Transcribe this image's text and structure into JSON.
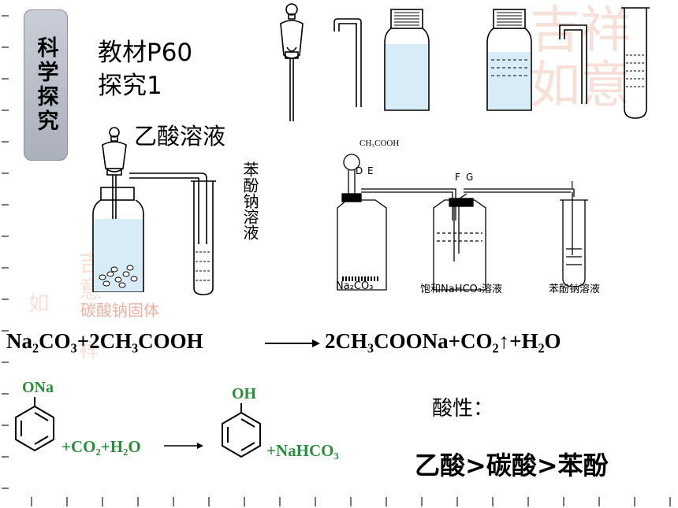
{
  "badge": {
    "label": "科学探究"
  },
  "textbook": {
    "line1": "教材P60",
    "line2": "探究1"
  },
  "labels": {
    "acetic_solution": "乙酸溶液",
    "phenoxide_solution_vertical": "苯酚钠溶液",
    "sodium_carbonate_solid": "碳酸钠固体",
    "top_right_ch3cooh": "CH₃COOH",
    "letter_d": "D",
    "letter_e": "E",
    "letter_f": "F",
    "letter_g": "G",
    "letter_i": "I",
    "na2co3": "Na₂CO₃",
    "nahco3_solution": "饱和NaHCO₃溶液",
    "phenoxide_solution": "苯酚钠溶液"
  },
  "equation1": {
    "left": "Na₂CO₃+2CH₃COOH",
    "right": "2CH₃COONa+CO₂↑+H₂O"
  },
  "equation2": {
    "reactant_group": "ONa",
    "reagents": "+CO₂+H₂O",
    "product_group": "OH",
    "byproduct": "+NaHCO₃"
  },
  "conclusion": {
    "heading": "酸性：",
    "order": "乙酸>碳酸>苯酚"
  },
  "colors": {
    "accent_green": "#2e8b3d",
    "badge_gray": "#b4b9c4",
    "stamp": "#f0c7b9"
  }
}
